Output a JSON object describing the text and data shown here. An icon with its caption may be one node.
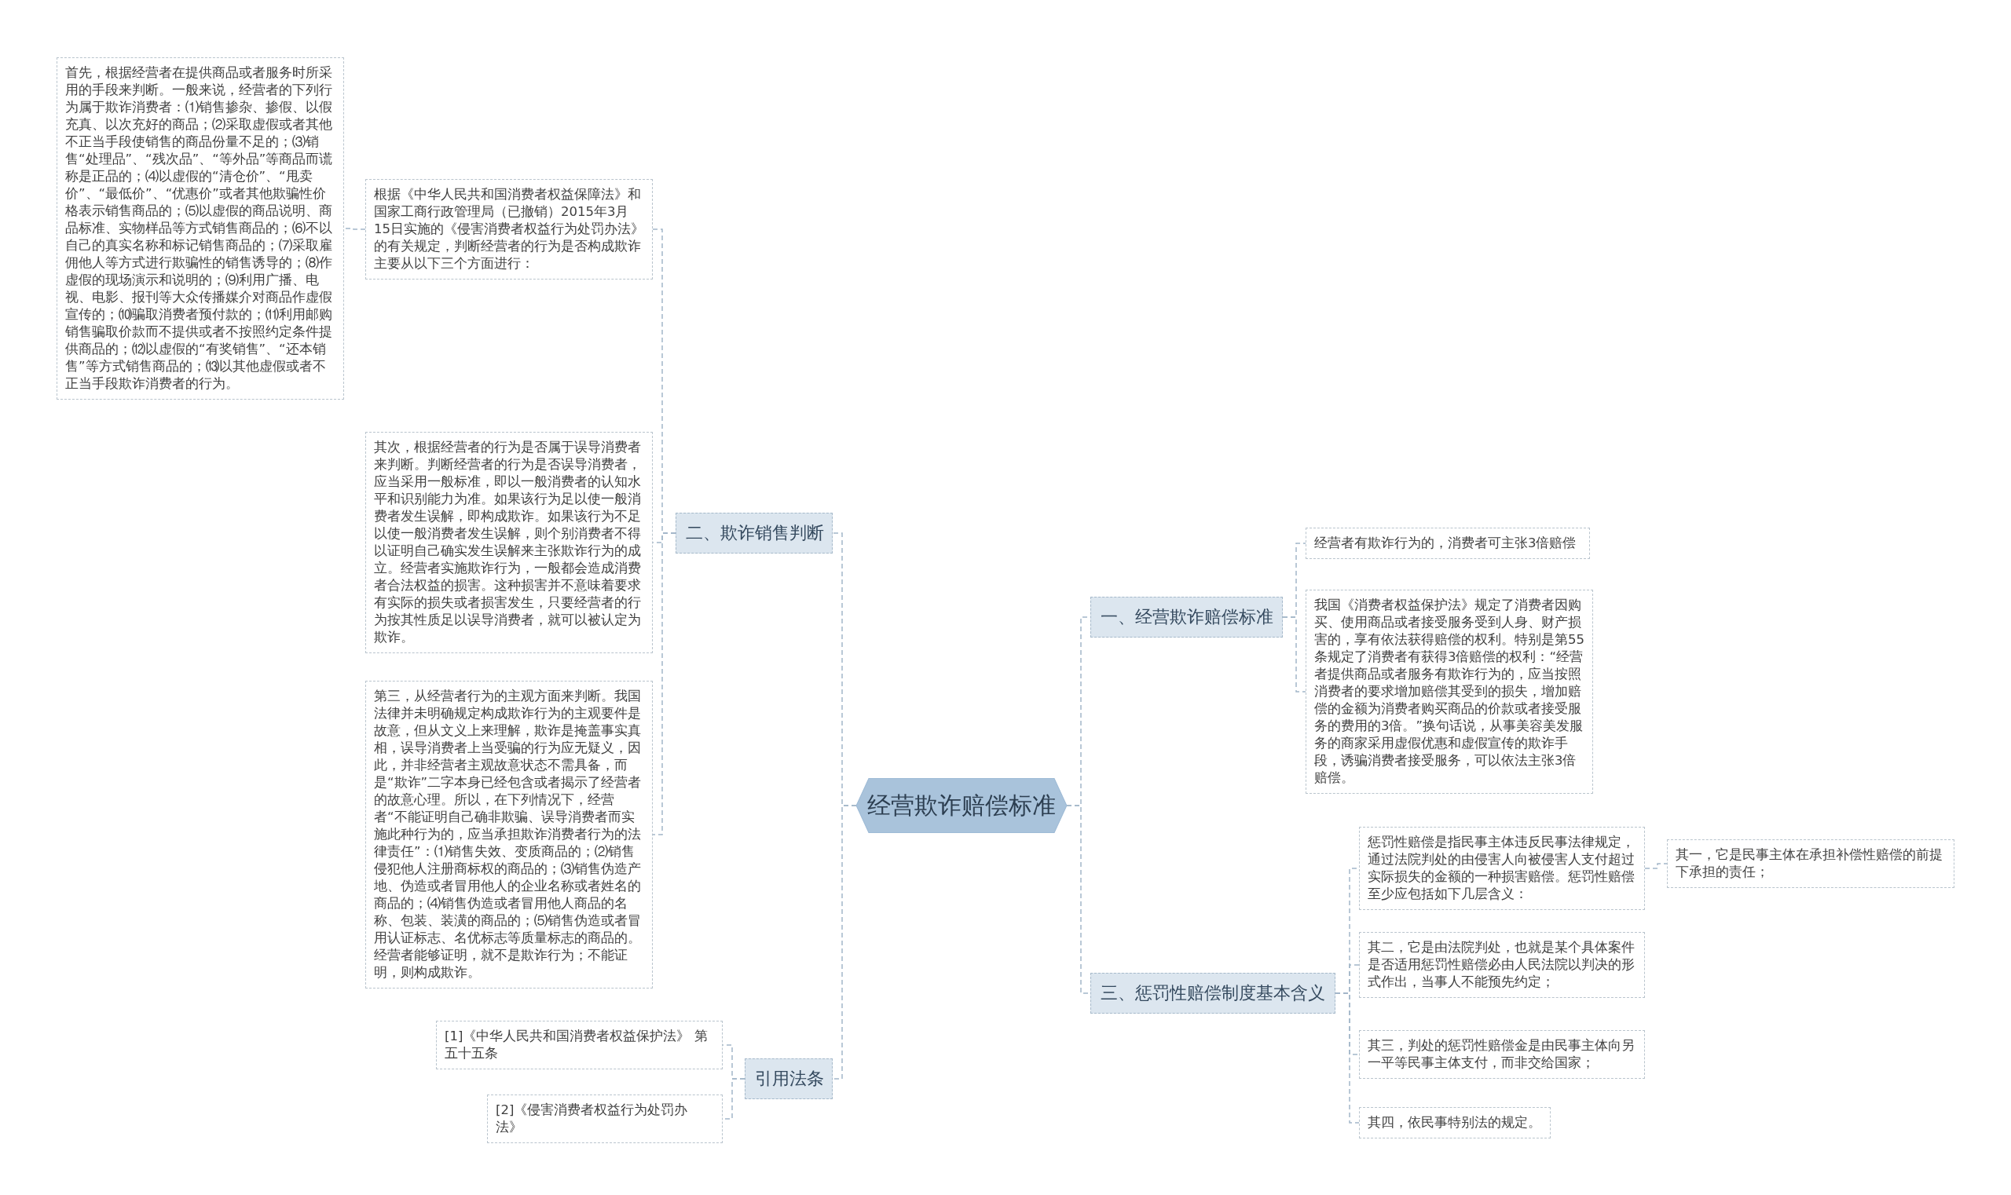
{
  "diagram": {
    "nodes": [
      {
        "text": [
          "经营欺诈赔偿标准"
        ]
      },
      {
        "text": [
          "一、经营欺诈赔偿标准"
        ]
      },
      {
        "text": [
          "经营者有欺诈行为的，消费者可主张3倍赔偿"
        ]
      },
      {
        "text": [
          "我国《消费者权益保护法》规定了消费者因购买、使用商品或者接受服务受到人身、财产损害的，享有依法获得赔偿的权利。特别是第55条规定了消费者有获得3倍赔偿的权利：“经营者提供商品或者服务有欺诈行为的，应当按照消费者的要求增加赔偿其受到的损失，增加赔偿的金额为消费者购买商品的价款或者接受服务的费用的3倍。”换句话说，从事美容美发服务的商家采用虚假优惠和虚假宣传的欺诈手段，诱骗消费者接受服务，可以依法主张3倍赔偿。"
        ]
      },
      {
        "text": [
          "二、欺诈销售判断"
        ]
      },
      {
        "text": [
          "根据《中华人民共和国消费者权益保障法》和国家工商行政管理局（已撤销）2015年3月15日实施的《侵害消费者权益行为处罚办法》的有关规定，判断经营者的行为是否构成欺诈主要从以下三个方面进行："
        ]
      },
      {
        "text": [
          "首先，根据经营者在提供商品或者服务时所采用的手段来判断。一般来说，经营者的下列行为属于欺诈消费者：⑴销售掺杂、掺假、以假充真、以次充好的商品；⑵采取虚假或者其他不正当手段使销售的商品份量不足的；⑶销售“处理品”、“残次品”、“等外品”等商品而谎称是正品的；⑷以虚假的“清仓价”、“甩卖价”、“最低价”、“优惠价”或者其他欺骗性价格表示销售商品的；⑸以虚假的商品说明、商品标准、实物样品等方式销售商品的；⑹不以自己的真实名称和标记销售商品的；⑺采取雇佣他人等方式进行欺骗性的销售诱导的；⑻作虚假的现场演示和说明的；⑼利用广播、电视、电影、报刊等大众传播媒介对商品作虚假宣传的；⑽骗取消费者预付款的；⑾利用邮购销售骗取价款而不提供或者不按照约定条件提供商品的；⑿以虚假的“有奖销售”、“还本销售”等方式销售商品的；⒀以其他虚假或者不正当手段欺诈消费者的行为。"
        ]
      },
      {
        "text": [
          "其次，根据经营者的行为是否属于误导消费者来判断。判断经营者的行为是否误导消费者，应当采用一般标准，即以一般消费者的认知水平和识别能力为准。如果该行为足以使一般消费者发生误解，即构成欺诈。如果该行为不足以使一般消费者发生误解，则个别消费者不得以证明自己确实发生误解来主张欺诈行为的成立。经营者实施欺诈行为，一般都会造成消费者合法权益的损害。这种损害并不意味着要求有实际的损失或者损害发生，只要经营者的行为按其性质足以误导消费者，就可以被认定为欺诈。"
        ]
      },
      {
        "text": [
          "第三，从经营者行为的主观方面来判断。我国法律并未明确规定构成欺诈行为的主观要件是故意，但从文义上来理解，欺诈是掩盖事实真相，误导消费者上当受骗的行为应无疑义，因此，并非经营者主观故意状态不需具备，而是“欺诈”二字本身已经包含或者揭示了经营者的故意心理。所以，在下列情况下，经营者“不能证明自己确非欺骗、误导消费者而实施此种行为的，应当承担欺诈消费者行为的法律责任”：⑴销售失效、变质商品的；⑵销售侵犯他人注册商标权的商品的；⑶销售伪造产地、伪造或者冒用他人的企业名称或者姓名的商品的；⑷销售伪造或者冒用他人商品的名称、包装、装潢的商品的；⑸销售伪造或者冒用认证标志、名优标志等质量标志的商品的。经营者能够证明，就不是欺诈行为；不能证明，则构成欺诈。"
        ]
      },
      {
        "text": [
          "引用法条"
        ]
      },
      {
        "text": [
          "[1]《中华人民共和国消费者权益保护法》 第五十五条"
        ]
      },
      {
        "text": [
          "[2]《侵害消费者权益行为处罚办法》"
        ]
      },
      {
        "text": [
          "三、惩罚性赔偿制度基本含义"
        ]
      },
      {
        "text": [
          "惩罚性赔偿是指民事主体违反民事法律规定，通过法院判处的由侵害人向被侵害人支付超过实际损失的金额的一种损害赔偿。惩罚性赔偿至少应包括如下几层含义："
        ]
      },
      {
        "text": [
          "其一，它是民事主体在承担补偿性赔偿的前提下承担的责任；"
        ]
      },
      {
        "text": [
          "其二，它是由法院判处，也就是某个具体案件是否适用惩罚性赔偿必由人民法院以判决的形式作出，当事人不能预先约定；"
        ]
      },
      {
        "text": [
          "其三，判处的惩罚性赔偿金是由民事主体向另一平等民事主体支付，而非交给国家；"
        ]
      },
      {
        "text": [
          "其四，依民事特别法的规定。"
        ]
      }
    ],
    "edges": [
      {
        "from": 0,
        "to": 1,
        "arrow": "none"
      },
      {
        "from": 0,
        "to": 4,
        "arrow": "none"
      },
      {
        "from": 0,
        "to": 9,
        "arrow": "none"
      },
      {
        "from": 0,
        "to": 12,
        "arrow": "none"
      },
      {
        "from": 1,
        "to": 2,
        "arrow": "none"
      },
      {
        "from": 1,
        "to": 3,
        "arrow": "none"
      },
      {
        "from": 4,
        "to": 5,
        "arrow": "none"
      },
      {
        "from": 4,
        "to": 7,
        "arrow": "none"
      },
      {
        "from": 4,
        "to": 8,
        "arrow": "none"
      },
      {
        "from": 5,
        "to": 6,
        "arrow": "none"
      },
      {
        "from": 9,
        "to": 10,
        "arrow": "none"
      },
      {
        "from": 9,
        "to": 11,
        "arrow": "none"
      },
      {
        "from": 12,
        "to": 13,
        "arrow": "none"
      },
      {
        "from": 12,
        "to": 15,
        "arrow": "none"
      },
      {
        "from": 12,
        "to": 16,
        "arrow": "none"
      },
      {
        "from": 12,
        "to": 17,
        "arrow": "none"
      },
      {
        "from": 13,
        "to": 14,
        "arrow": "none"
      }
    ]
  }
}
